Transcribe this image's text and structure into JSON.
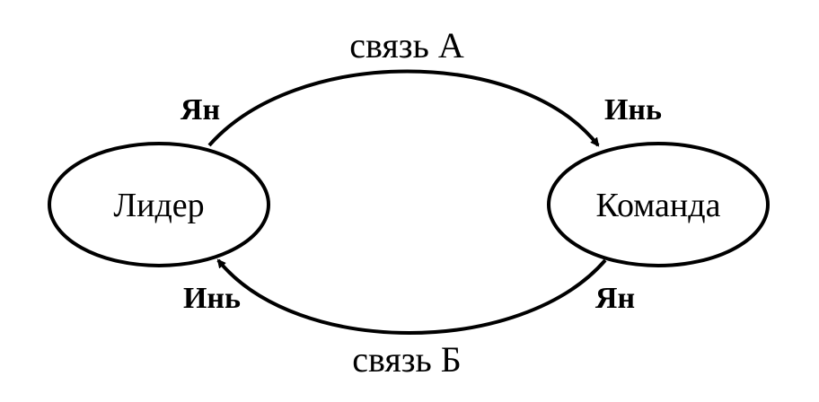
{
  "nodes": {
    "leader": {
      "label": "Лидер"
    },
    "team": {
      "label": "Команда"
    }
  },
  "edges": {
    "link_a": {
      "label": "связь А",
      "start_label": "Ян",
      "end_label": "Инь"
    },
    "link_b": {
      "label": "связь Б",
      "start_label": "Ян",
      "end_label": "Инь"
    }
  },
  "colors": {
    "stroke": "#000000",
    "background": "#ffffff"
  }
}
